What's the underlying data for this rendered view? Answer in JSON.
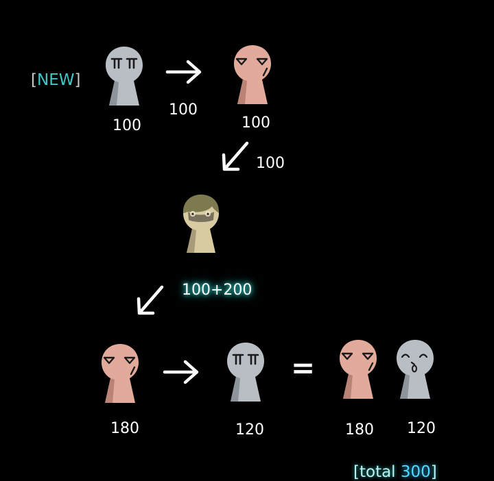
{
  "tag": {
    "open": "[",
    "word": "NEW",
    "close": "]"
  },
  "row1": {
    "left_amount": "100",
    "transfer_amount": "100",
    "right_amount": "100"
  },
  "diag1_amount": "100",
  "diag2_amount": "100+200",
  "row3": {
    "first_amount": "180",
    "second_amount": "120",
    "third_amount": "180",
    "fourth_amount": "120",
    "equals": "="
  },
  "total": {
    "open": "[",
    "word": "total ",
    "value": "300",
    "close": "]"
  },
  "colors": {
    "gray_figure": "#b9bec4",
    "pink_figure": "#e2aa9a",
    "tan_figure": "#d8cba2",
    "hair": "#7d7a50",
    "accent_teal": "#40c8c6",
    "accent_value": "#4fd9ff",
    "background": "#000000"
  },
  "icons": [
    "crying-figure-icon",
    "smug-figure-icon",
    "shy-figure-icon",
    "happy-figure-icon",
    "right-arrow-icon",
    "down-left-arrow-icon"
  ]
}
